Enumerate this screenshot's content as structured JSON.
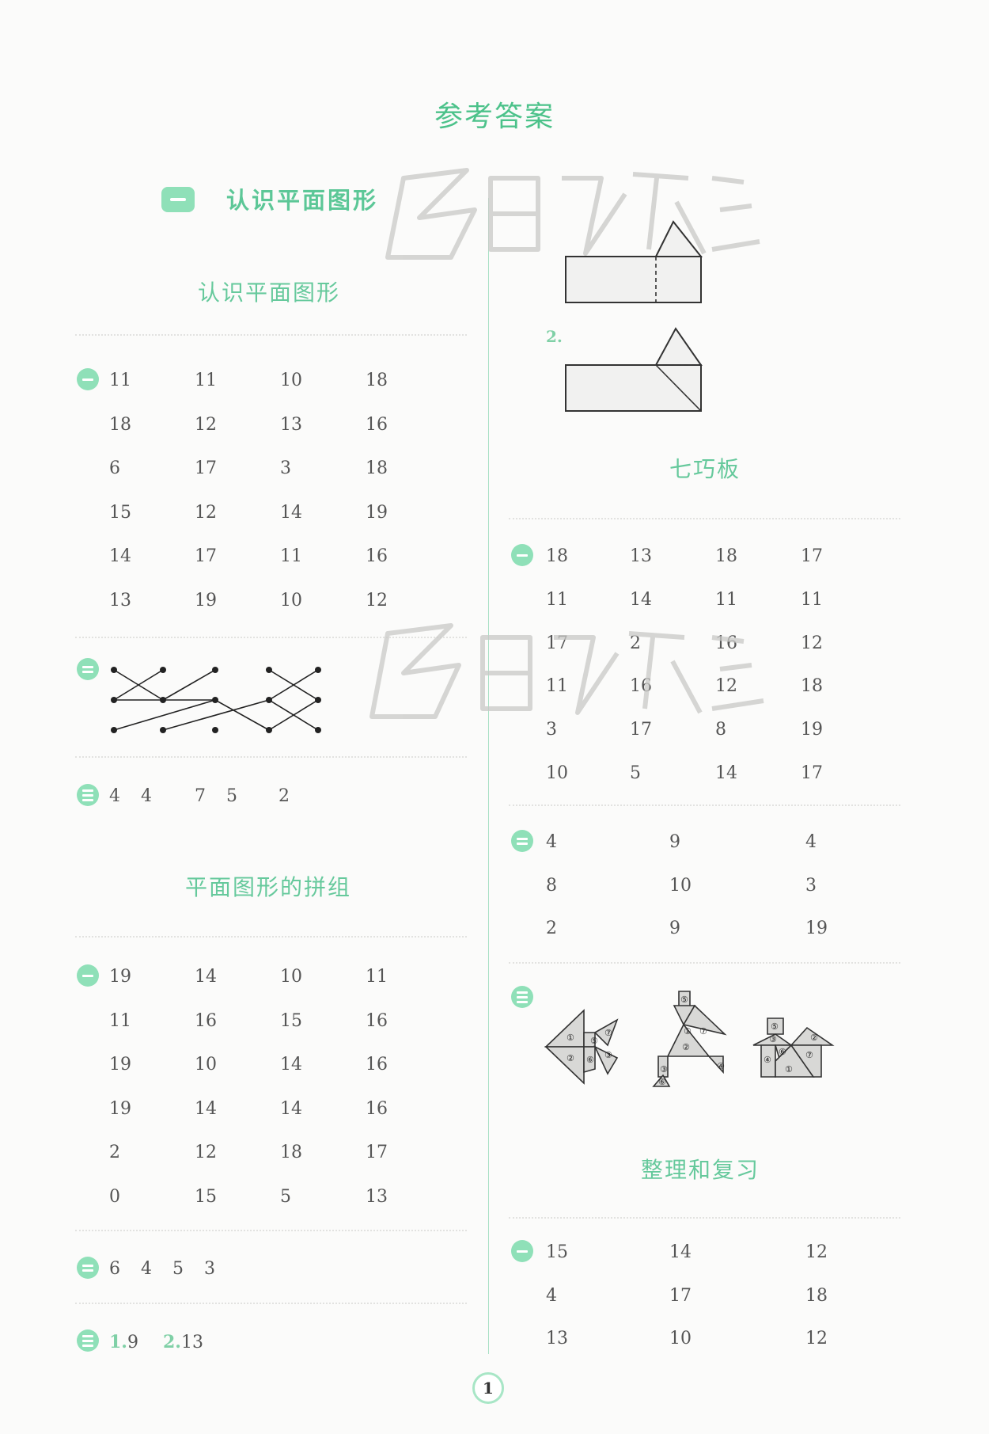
{
  "page_title": "参考答案",
  "unit": {
    "title": "认识平面图形"
  },
  "page_number": "1",
  "left": {
    "sec1": {
      "title": "认识平面图形",
      "q1": [
        [
          "11",
          "11",
          "10",
          "18"
        ],
        [
          "18",
          "12",
          "13",
          "16"
        ],
        [
          "6",
          "17",
          "3",
          "18"
        ],
        [
          "15",
          "12",
          "14",
          "19"
        ],
        [
          "14",
          "17",
          "11",
          "16"
        ],
        [
          "13",
          "19",
          "10",
          "12"
        ]
      ],
      "q3": [
        "4",
        "4",
        "7",
        "5",
        "2"
      ]
    },
    "sec2": {
      "title": "平面图形的拼组",
      "q1": [
        [
          "19",
          "14",
          "10",
          "11"
        ],
        [
          "11",
          "16",
          "15",
          "16"
        ],
        [
          "19",
          "10",
          "14",
          "16"
        ],
        [
          "19",
          "14",
          "14",
          "16"
        ],
        [
          "2",
          "12",
          "18",
          "17"
        ],
        [
          "0",
          "15",
          "5",
          "13"
        ]
      ],
      "q2": [
        "6",
        "4",
        "5",
        "3"
      ],
      "q3": {
        "a_label": "1.",
        "a": "9",
        "b_label": "2.",
        "b": "13"
      }
    }
  },
  "right": {
    "fig_labels": [
      "2."
    ],
    "sec3": {
      "title": "七巧板",
      "q1": [
        [
          "18",
          "13",
          "18",
          "17"
        ],
        [
          "11",
          "14",
          "11",
          "11"
        ],
        [
          "17",
          "2",
          "16",
          "12"
        ],
        [
          "11",
          "16",
          "12",
          "18"
        ],
        [
          "3",
          "17",
          "8",
          "19"
        ],
        [
          "10",
          "5",
          "14",
          "17"
        ]
      ],
      "q2": [
        [
          "4",
          "9",
          "4"
        ],
        [
          "8",
          "10",
          "3"
        ],
        [
          "2",
          "9",
          "19"
        ]
      ]
    },
    "sec4": {
      "title": "整理和复习",
      "q1": [
        [
          "15",
          "14",
          "12"
        ],
        [
          "4",
          "17",
          "18"
        ],
        [
          "13",
          "10",
          "12"
        ]
      ]
    }
  }
}
